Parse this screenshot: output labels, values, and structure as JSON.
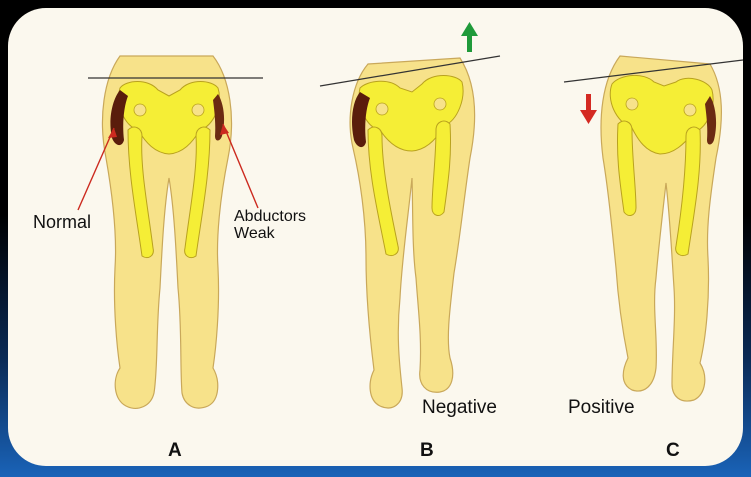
{
  "labels": {
    "normal": "Normal",
    "abductors_line1": "Abductors",
    "abductors_line2": "Weak",
    "negative": "Negative",
    "positive": "Positive"
  },
  "figures": [
    "A",
    "B",
    "C"
  ],
  "colors": {
    "skin": "#f7e28a",
    "bone": "#f5ee36",
    "muscle": "#5a1d0c",
    "arrow_up": "#1f9a3a",
    "arrow_down": "#d42a22",
    "pointer": "#cc2a1f",
    "background": "#fbf8ee"
  },
  "icons": {
    "pelvis_rise": "up-arrow-icon",
    "pelvis_drop": "down-arrow-icon"
  }
}
